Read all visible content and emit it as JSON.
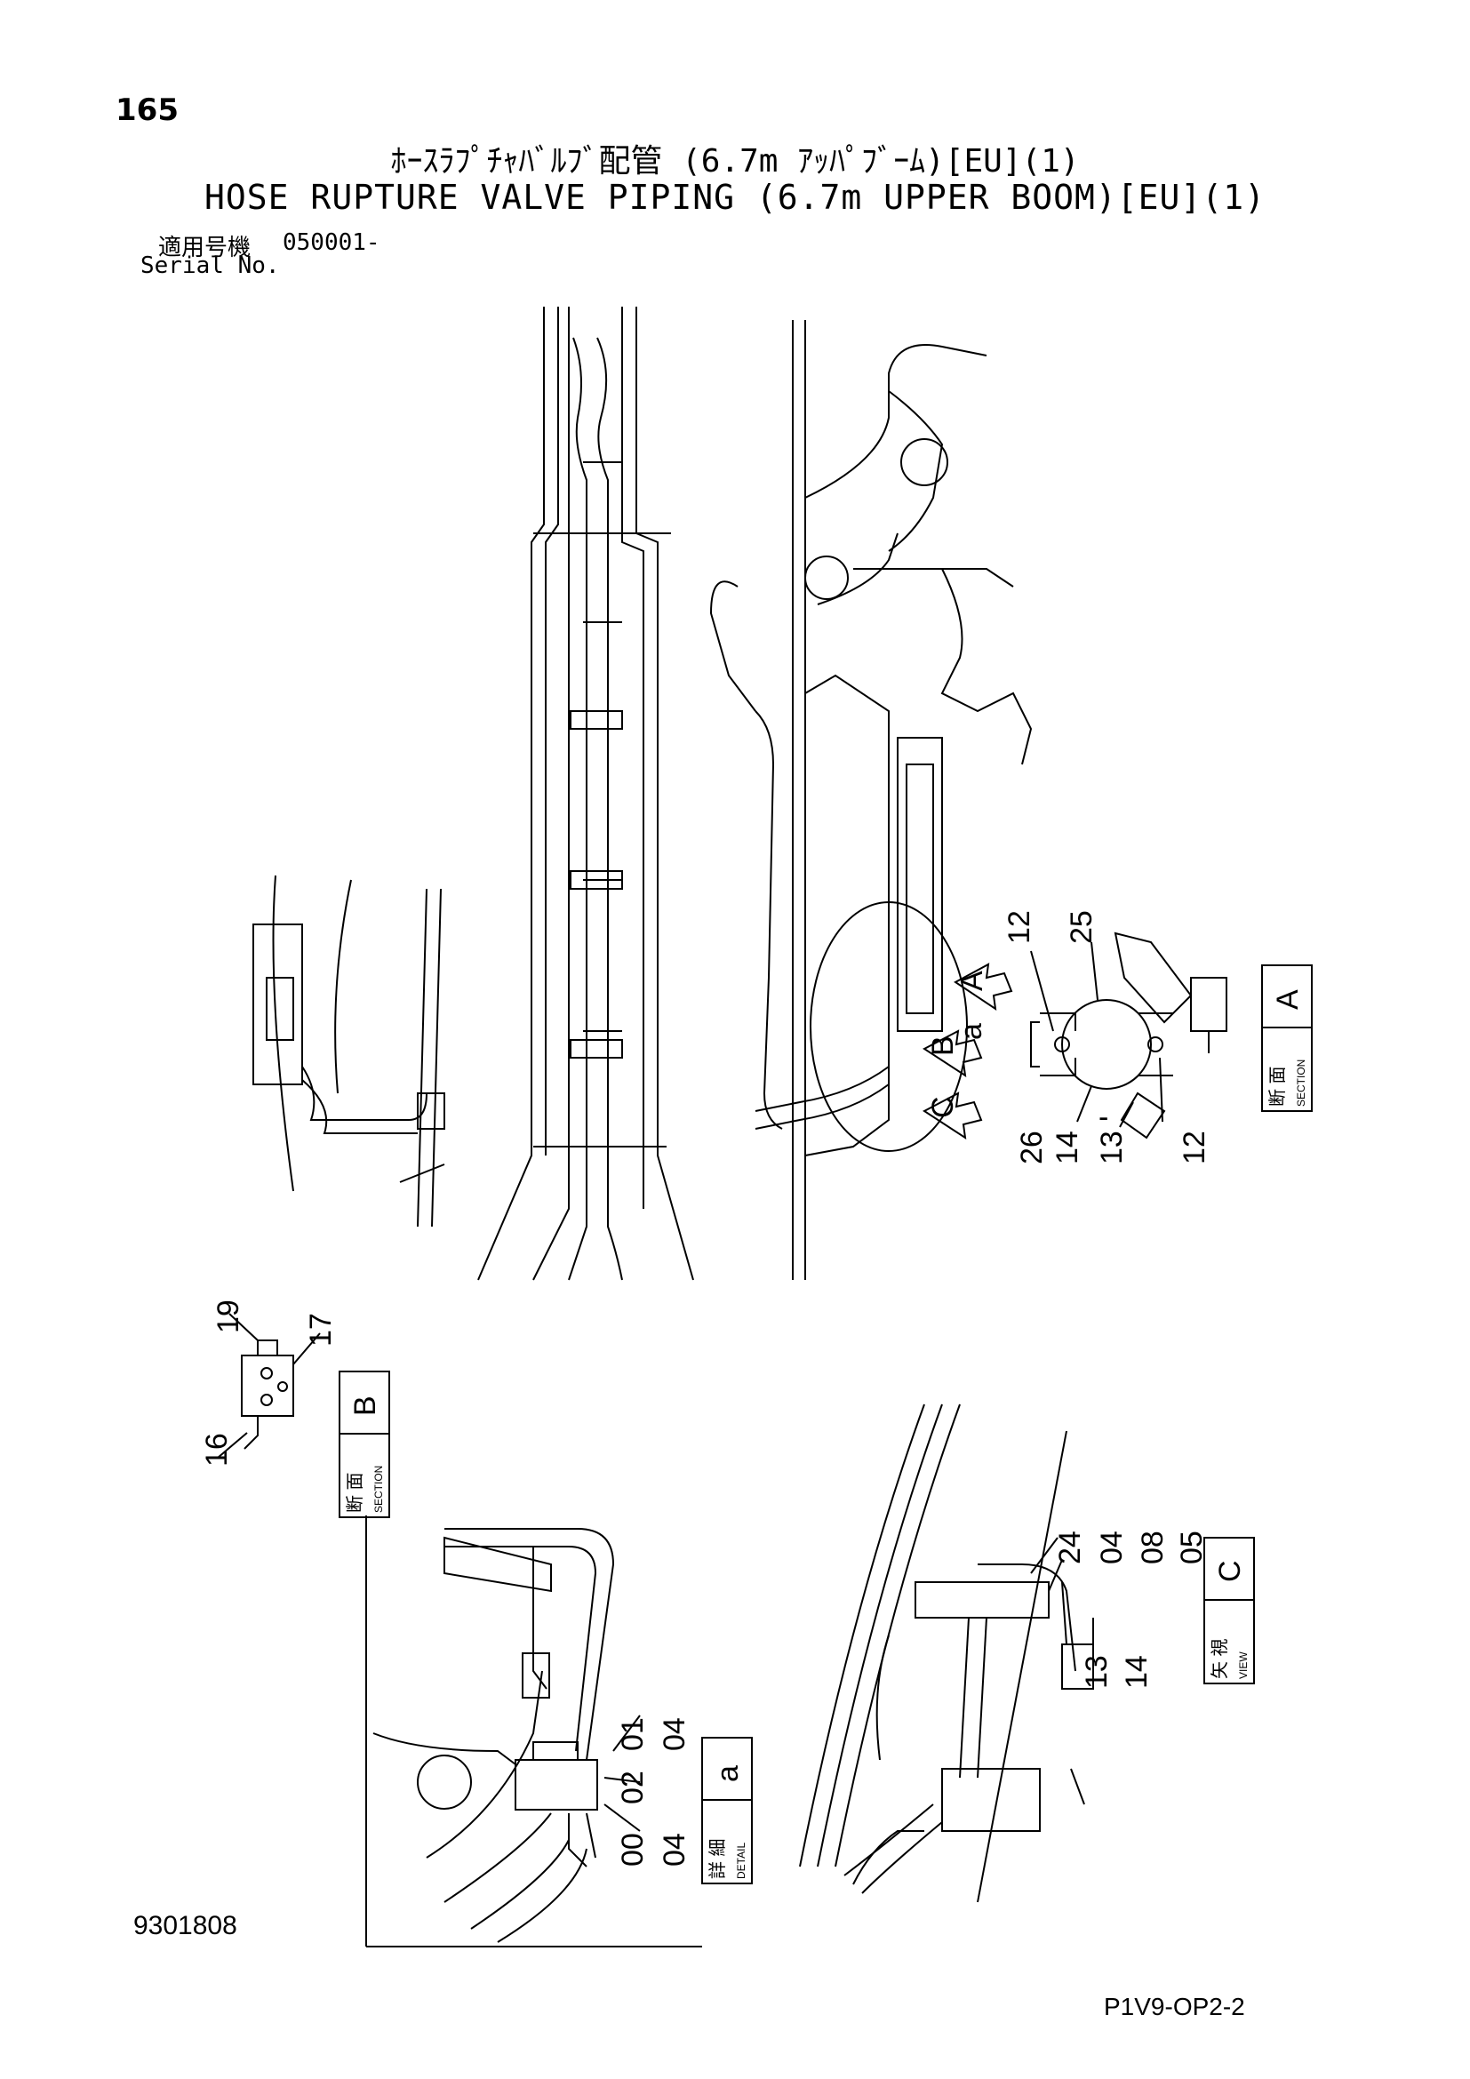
{
  "header": {
    "page_number": "165",
    "title_jp": "ﾎｰｽﾗﾌﾟﾁｬﾊﾞﾙﾌﾞ配管 (6.7m ｱｯﾊﾟﾌﾞｰﾑ)[EU](1)",
    "title_en": "HOSE RUPTURE VALVE PIPING (6.7m UPPER BOOM)[EU](1)",
    "serial_label_jp": "適用号機",
    "serial_value": "050001-",
    "serial_label_en": "Serial No."
  },
  "views": {
    "section_a": {
      "letter": "A",
      "jp": "断 面",
      "en": "SECTION"
    },
    "section_b": {
      "letter": "B",
      "jp": "断 面",
      "en": "SECTION"
    },
    "view_c": {
      "letter": "C",
      "jp": "矢 視",
      "en": "VIEW"
    },
    "detail_a": {
      "letter": "a",
      "jp": "詳 細",
      "en": "DETAIL"
    }
  },
  "callouts": {
    "arrow_a": "A",
    "arrow_b": "B",
    "arrow_c": "C",
    "detail_ref": "a",
    "sec_a": [
      "12",
      "25",
      "26",
      "14",
      "13",
      "12"
    ],
    "sec_b": [
      "19",
      "17",
      "16"
    ],
    "view_c": [
      "24",
      "04",
      "08",
      "05",
      "13",
      "14"
    ],
    "detail_a": [
      "01",
      "04",
      "02",
      "00",
      "04"
    ]
  },
  "footer": {
    "doc_number": "9301808",
    "sheet_code": "P1V9-OP2-2"
  }
}
